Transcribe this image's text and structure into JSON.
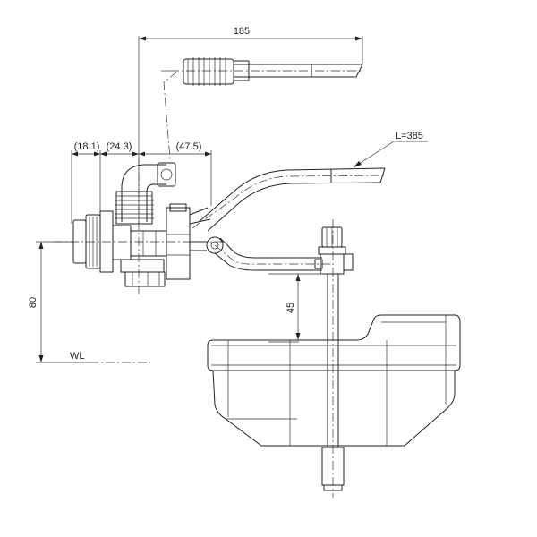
{
  "dimensions": {
    "overall_width": "185",
    "arm_length": "L=385",
    "offset_a": "(18.1)",
    "offset_b": "(24.3)",
    "offset_c": "(47.5)",
    "height_wl": "80",
    "float_travel": "45"
  },
  "labels": {
    "water_level": "WL"
  }
}
